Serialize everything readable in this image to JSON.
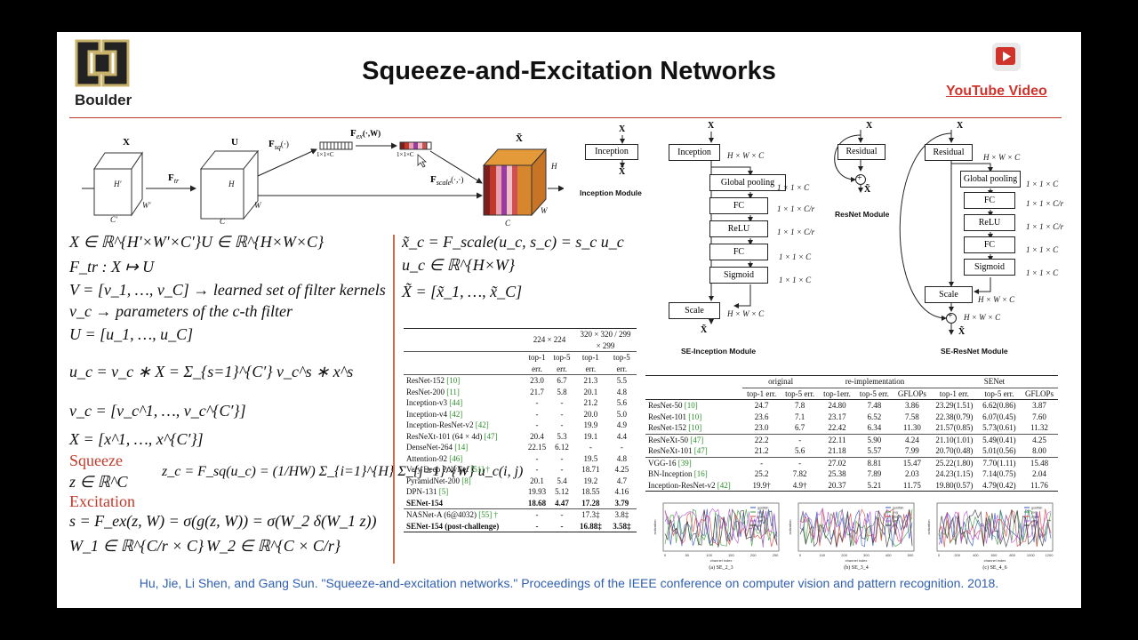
{
  "header": {
    "title": "Squeeze-and-Excitation Networks",
    "logo_text": "Boulder",
    "youtube_label": "YouTube Video"
  },
  "figure_top": {
    "x_label": "X",
    "u_label": "U",
    "xt_label": "X̃",
    "ftr": "F",
    "ftr_sub": "tr",
    "fsq": "F",
    "fsq_sub": "sq",
    "fsq_args": "(·)",
    "fex": "F",
    "fex_sub": "ex",
    "fex_args": "(·,W)",
    "fscale": "F",
    "fscale_sub": "scale",
    "fscale_args": "(·,·)",
    "vec1": "1×1×C",
    "vec2": "1×1×C",
    "h_prime": "H′",
    "w_prime": "W′",
    "c_prime": "C′",
    "h": "H",
    "w": "W",
    "c": "C"
  },
  "left_math": {
    "line1a": "X ∈ ℝ^{H′×W′×C′}",
    "line1b": "U ∈ ℝ^{H×W×C}",
    "line2": "F_tr : X ↦ U",
    "line3": "V = [v_1, …, v_C] → learned set of filter kernels",
    "line4": "v_c → parameters of the c-th filter",
    "line5": "U = [u_1, …, u_C]",
    "line6": "u_c = v_c ∗ X = Σ_{s=1}^{C′} v_c^s ∗ x^s",
    "line7": "v_c = [v_c^1, …, v_c^{C′}]",
    "line8": "X = [x^1, …, x^{C′}]",
    "squeeze_heading": "Squeeze",
    "line9": "z ∈ ℝ^C",
    "line10": "z_c = F_sq(u_c) = (1/HW) Σ_{i=1}^{H} Σ_{j=1}^{W} u_c(i, j)",
    "excitation_heading": "Excitation",
    "line11": "s = F_ex(z, W) = σ(g(z, W)) = σ(W_2 δ(W_1 z))",
    "line12a": "W_1 ∈ ℝ^{C/r × C}",
    "line12b": "W_2 ∈ ℝ^{C × C/r}"
  },
  "mid_math": {
    "line1": "x̃_c = F_scale(u_c, s_c) = s_c u_c",
    "line2": "u_c ∈ ℝ^{H×W}",
    "line3": "X̃ = [x̃_1, …, x̃_C]"
  },
  "table1": {
    "header": [
      "224 × 224",
      "320 × 320 / 299 × 299"
    ],
    "subheader": [
      "top-1 err.",
      "top-5 err.",
      "top-1 err.",
      "top-5 err."
    ],
    "rows": [
      {
        "name": "ResNet-152",
        "cite": "[10]",
        "v": [
          "23.0",
          "6.7",
          "21.3",
          "5.5"
        ]
      },
      {
        "name": "ResNet-200",
        "cite": "[11]",
        "v": [
          "21.7",
          "5.8",
          "20.1",
          "4.8"
        ]
      },
      {
        "name": "Inception-v3",
        "cite": "[44]",
        "v": [
          "-",
          "-",
          "21.2",
          "5.6"
        ]
      },
      {
        "name": "Inception-v4",
        "cite": "[42]",
        "v": [
          "-",
          "-",
          "20.0",
          "5.0"
        ]
      },
      {
        "name": "Inception-ResNet-v2",
        "cite": "[42]",
        "v": [
          "-",
          "-",
          "19.9",
          "4.9"
        ]
      },
      {
        "name": "ResNeXt-101 (64 × 4d)",
        "cite": "[47]",
        "v": [
          "20.4",
          "5.3",
          "19.1",
          "4.4"
        ]
      },
      {
        "name": "DenseNet-264",
        "cite": "[14]",
        "v": [
          "22.15",
          "6.12",
          "-",
          "-"
        ]
      },
      {
        "name": "Attention-92",
        "cite": "[46]",
        "v": [
          "-",
          "-",
          "19.5",
          "4.8"
        ]
      },
      {
        "name": "Very Deep PolyNet",
        "cite": "[51] †",
        "v": [
          "-",
          "-",
          "18.71",
          "4.25"
        ]
      },
      {
        "name": "PyramidNet-200",
        "cite": "[8]",
        "v": [
          "20.1",
          "5.4",
          "19.2",
          "4.7"
        ]
      },
      {
        "name": "DPN-131",
        "cite": "[5]",
        "v": [
          "19.93",
          "5.12",
          "18.55",
          "4.16"
        ]
      },
      {
        "name": "SENet-154",
        "cite": "",
        "v": [
          "18.68",
          "4.47",
          "17.28",
          "3.79"
        ],
        "bold": true
      },
      {
        "name": "NASNet-A (6@4032)",
        "cite": "[55] †",
        "v": [
          "-",
          "-",
          "17.3‡",
          "3.8‡"
        ]
      },
      {
        "name": "SENet-154 (post-challenge)",
        "cite": "",
        "v": [
          "-",
          "-",
          "16.88‡",
          "3.58‡"
        ],
        "bold": true
      }
    ]
  },
  "inception_module": {
    "x_label": "X",
    "block": "Inception",
    "xt_label": "X̃",
    "caption": "Inception Module"
  },
  "se_inception": {
    "x_label": "X",
    "blocks": [
      "Inception",
      "Global pooling",
      "FC",
      "ReLU",
      "FC",
      "Sigmoid",
      "Scale"
    ],
    "dims": [
      "H × W × C",
      "1 × 1 × C",
      "1 × 1 × C/r",
      "1 × 1 × C/r",
      "1 × 1 × C",
      "1 × 1 × C",
      "H × W × C"
    ],
    "xt_label": "X̃",
    "caption": "SE-Inception Module"
  },
  "resnet_module": {
    "x_label": "X",
    "block": "Residual",
    "plus": "+",
    "xt_label": "X̃",
    "caption": "ResNet Module"
  },
  "se_resnet": {
    "x_label": "X",
    "blocks": [
      "Residual",
      "Global pooling",
      "FC",
      "ReLU",
      "FC",
      "Sigmoid",
      "Scale"
    ],
    "dims": [
      "H × W × C",
      "1 × 1 × C",
      "1 × 1 × C/r",
      "1 × 1 × C/r",
      "1 × 1 × C",
      "1 × 1 × C",
      "H × W × C",
      "H × W × C"
    ],
    "plus": "+",
    "xt_label": "X̃",
    "caption": "SE-ResNet Module"
  },
  "table2": {
    "groups": [
      "original",
      "re-implementation",
      "SENet"
    ],
    "subheader": [
      "top-1 err.",
      "top-5 err.",
      "top-1err.",
      "top-5 err.",
      "GFLOPs",
      "top-1 err.",
      "top-5 err.",
      "GFLOPs"
    ],
    "rows": [
      {
        "name": "ResNet-50",
        "cite": "[10]",
        "v": [
          "24.7",
          "7.8",
          "24.80",
          "7.48",
          "3.86",
          "23.29(1.51)",
          "6.62(0.86)",
          "3.87"
        ]
      },
      {
        "name": "ResNet-101",
        "cite": "[10]",
        "v": [
          "23.6",
          "7.1",
          "23.17",
          "6.52",
          "7.58",
          "22.38(0.79)",
          "6.07(0.45)",
          "7.60"
        ]
      },
      {
        "name": "ResNet-152",
        "cite": "[10]",
        "v": [
          "23.0",
          "6.7",
          "22.42",
          "6.34",
          "11.30",
          "21.57(0.85)",
          "5.73(0.61)",
          "11.32"
        ]
      },
      {
        "name": "ResNeXt-50",
        "cite": "[47]",
        "v": [
          "22.2",
          "-",
          "22.11",
          "5.90",
          "4.24",
          "21.10(1.01)",
          "5.49(0.41)",
          "4.25"
        ]
      },
      {
        "name": "ResNeXt-101",
        "cite": "[47]",
        "v": [
          "21.2",
          "5.6",
          "21.18",
          "5.57",
          "7.99",
          "20.70(0.48)",
          "5.01(0.56)",
          "8.00"
        ]
      },
      {
        "name": "VGG-16",
        "cite": "[39]",
        "v": [
          "-",
          "-",
          "27.02",
          "8.81",
          "15.47",
          "25.22(1.80)",
          "7.70(1.11)",
          "15.48"
        ]
      },
      {
        "name": "BN-Inception",
        "cite": "[16]",
        "v": [
          "25.2",
          "7.82",
          "25.38",
          "7.89",
          "2.03",
          "24.23(1.15)",
          "7.14(0.75)",
          "2.04"
        ]
      },
      {
        "name": "Inception-ResNet-v2",
        "cite": "[42]",
        "v": [
          "19.9†",
          "4.9†",
          "20.37",
          "5.21",
          "11.75",
          "19.80(0.57)",
          "4.79(0.42)",
          "11.76"
        ]
      }
    ]
  },
  "mini_plots": {
    "captions": [
      "(a) SE_2_3",
      "(b) SE_3_4",
      "(c) SE_4_6"
    ],
    "xlabel": "channel index",
    "ylabel": "activation",
    "legend": [
      "goldfish",
      "pug",
      "plane",
      "cliff",
      "all"
    ],
    "colors": [
      "#2f4fbf",
      "#3a9a3a",
      "#d84040",
      "#b04fd0",
      "#333333"
    ],
    "ticks_a": [
      "0",
      "50",
      "100",
      "150",
      "200",
      "250"
    ],
    "ticks_b": [
      "0",
      "100",
      "200",
      "300",
      "400",
      "500"
    ],
    "ticks_c": [
      "0",
      "200",
      "400",
      "600",
      "800",
      "1000",
      "1200"
    ]
  },
  "citation": "Hu, Jie, Li Shen, and Gang Sun. \"Squeeze-and-excitation networks.\" Proceedings of the IEEE conference on computer vision and pattern recognition. 2018."
}
